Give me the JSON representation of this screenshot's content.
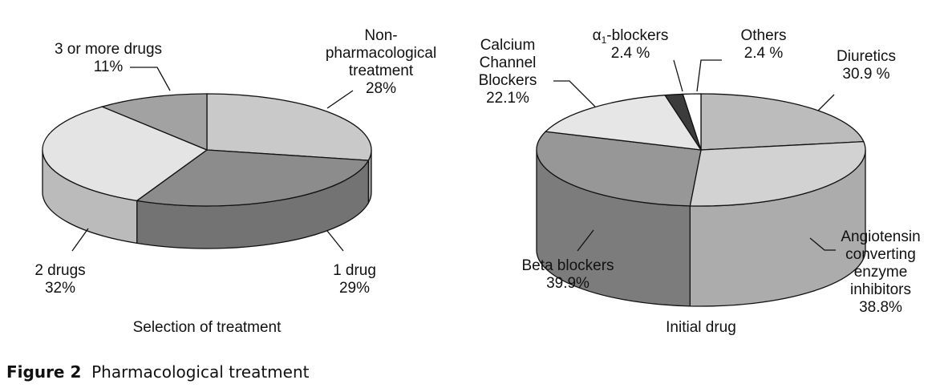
{
  "figure": {
    "number": "Figure 2",
    "title": "Pharmacological treatment"
  },
  "chart_data": [
    {
      "type": "pie",
      "title": "Selection of treatment",
      "slices": [
        {
          "label_lines": [
            "Non-",
            "pharmacological",
            "treatment"
          ],
          "value_text": "28%",
          "value": 28,
          "color": "#c9c9c9"
        },
        {
          "label_lines": [
            "1 drug"
          ],
          "value_text": "29%",
          "value": 29,
          "color": "#8c8c8c"
        },
        {
          "label_lines": [
            "2 drugs"
          ],
          "value_text": "32%",
          "value": 32,
          "color": "#e4e4e4"
        },
        {
          "label_lines": [
            "3 or more drugs"
          ],
          "value_text": "11%",
          "value": 11,
          "color": "#a2a2a2"
        }
      ]
    },
    {
      "type": "pie",
      "title": "Initial drug",
      "slices": [
        {
          "label_lines": [
            "Diuretics"
          ],
          "value_text": "30.9 %",
          "value": 30.9,
          "color": "#bcbcbc"
        },
        {
          "label_lines": [
            "Angiotensin",
            "converting",
            "enzyme",
            "inhibitors"
          ],
          "value_text": "38.8%",
          "value": 38.8,
          "color": "#d2d2d2"
        },
        {
          "label_lines": [
            "Beta blockers"
          ],
          "value_text": "39.9%",
          "value": 39.9,
          "color": "#979797"
        },
        {
          "label_lines": [
            "Calcium",
            "Channel",
            "Blockers"
          ],
          "value_text": "22.1%",
          "value": 22.1,
          "color": "#e6e6e6"
        },
        {
          "label_lines": [
            "α1-blockers"
          ],
          "value_text": "2.4 %",
          "value": 2.4,
          "color": "#3c3c3c"
        },
        {
          "label_lines": [
            "Others"
          ],
          "value_text": "2.4 %",
          "value": 2.4,
          "color": "#ffffff"
        }
      ]
    }
  ]
}
